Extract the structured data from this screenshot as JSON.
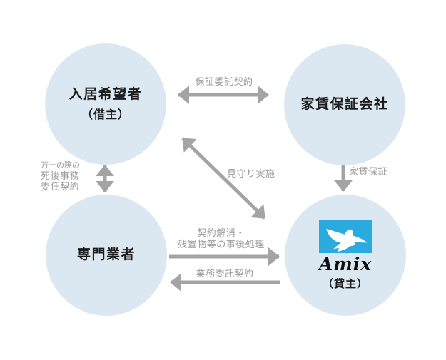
{
  "nodes": {
    "tenant": {
      "line1": "入居希望者",
      "line2": "（借主）"
    },
    "guarantee_company": {
      "label": "家賃保証会社"
    },
    "specialist": {
      "label": "専門業者"
    },
    "landlord": {
      "brand": "Amix",
      "sublabel": "（貸主）"
    }
  },
  "arrows": {
    "guarantee_consignment": "保証委託契約",
    "posthumous_line1": "万一の際の",
    "posthumous_line2": "死後事務",
    "posthumous_line3": "委任契約",
    "monitoring": "見守り実施",
    "rent_guarantee": "家賃保証",
    "contract_termination_line1": "契約解消・",
    "contract_termination_line2": "残置物等の事後処理",
    "business_consignment": "業務委託契約"
  },
  "colors": {
    "circle_fill": "#dce8f1",
    "arrow_gray": "#a4a4a4",
    "label_gray": "#9b9b9b",
    "text_black": "#1b1b1b",
    "brand_blue": "#2aabdf"
  }
}
